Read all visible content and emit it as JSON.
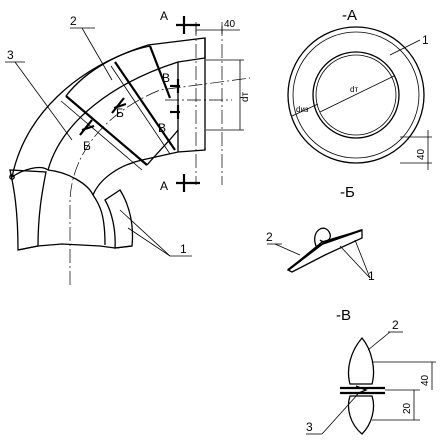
{
  "elbow": {
    "callouts": {
      "pos1": "1",
      "pos2": "2",
      "pos3": "3"
    },
    "cut_a": "А",
    "cut_b": "Б",
    "cut_v": "В",
    "dim_offset": "40",
    "dim_diameter": "dт"
  },
  "section_a": {
    "title": "-А",
    "callout": "1",
    "dim_inner": "dт",
    "dim_outer": "dиз",
    "dim_thickness": "40"
  },
  "section_b": {
    "title": "-Б",
    "callout_left": "2",
    "callout_right": "1"
  },
  "section_v": {
    "title": "-В",
    "callout_top": "2",
    "callout_bottom": "3",
    "dim_upper": "40",
    "dim_lower": "20"
  }
}
